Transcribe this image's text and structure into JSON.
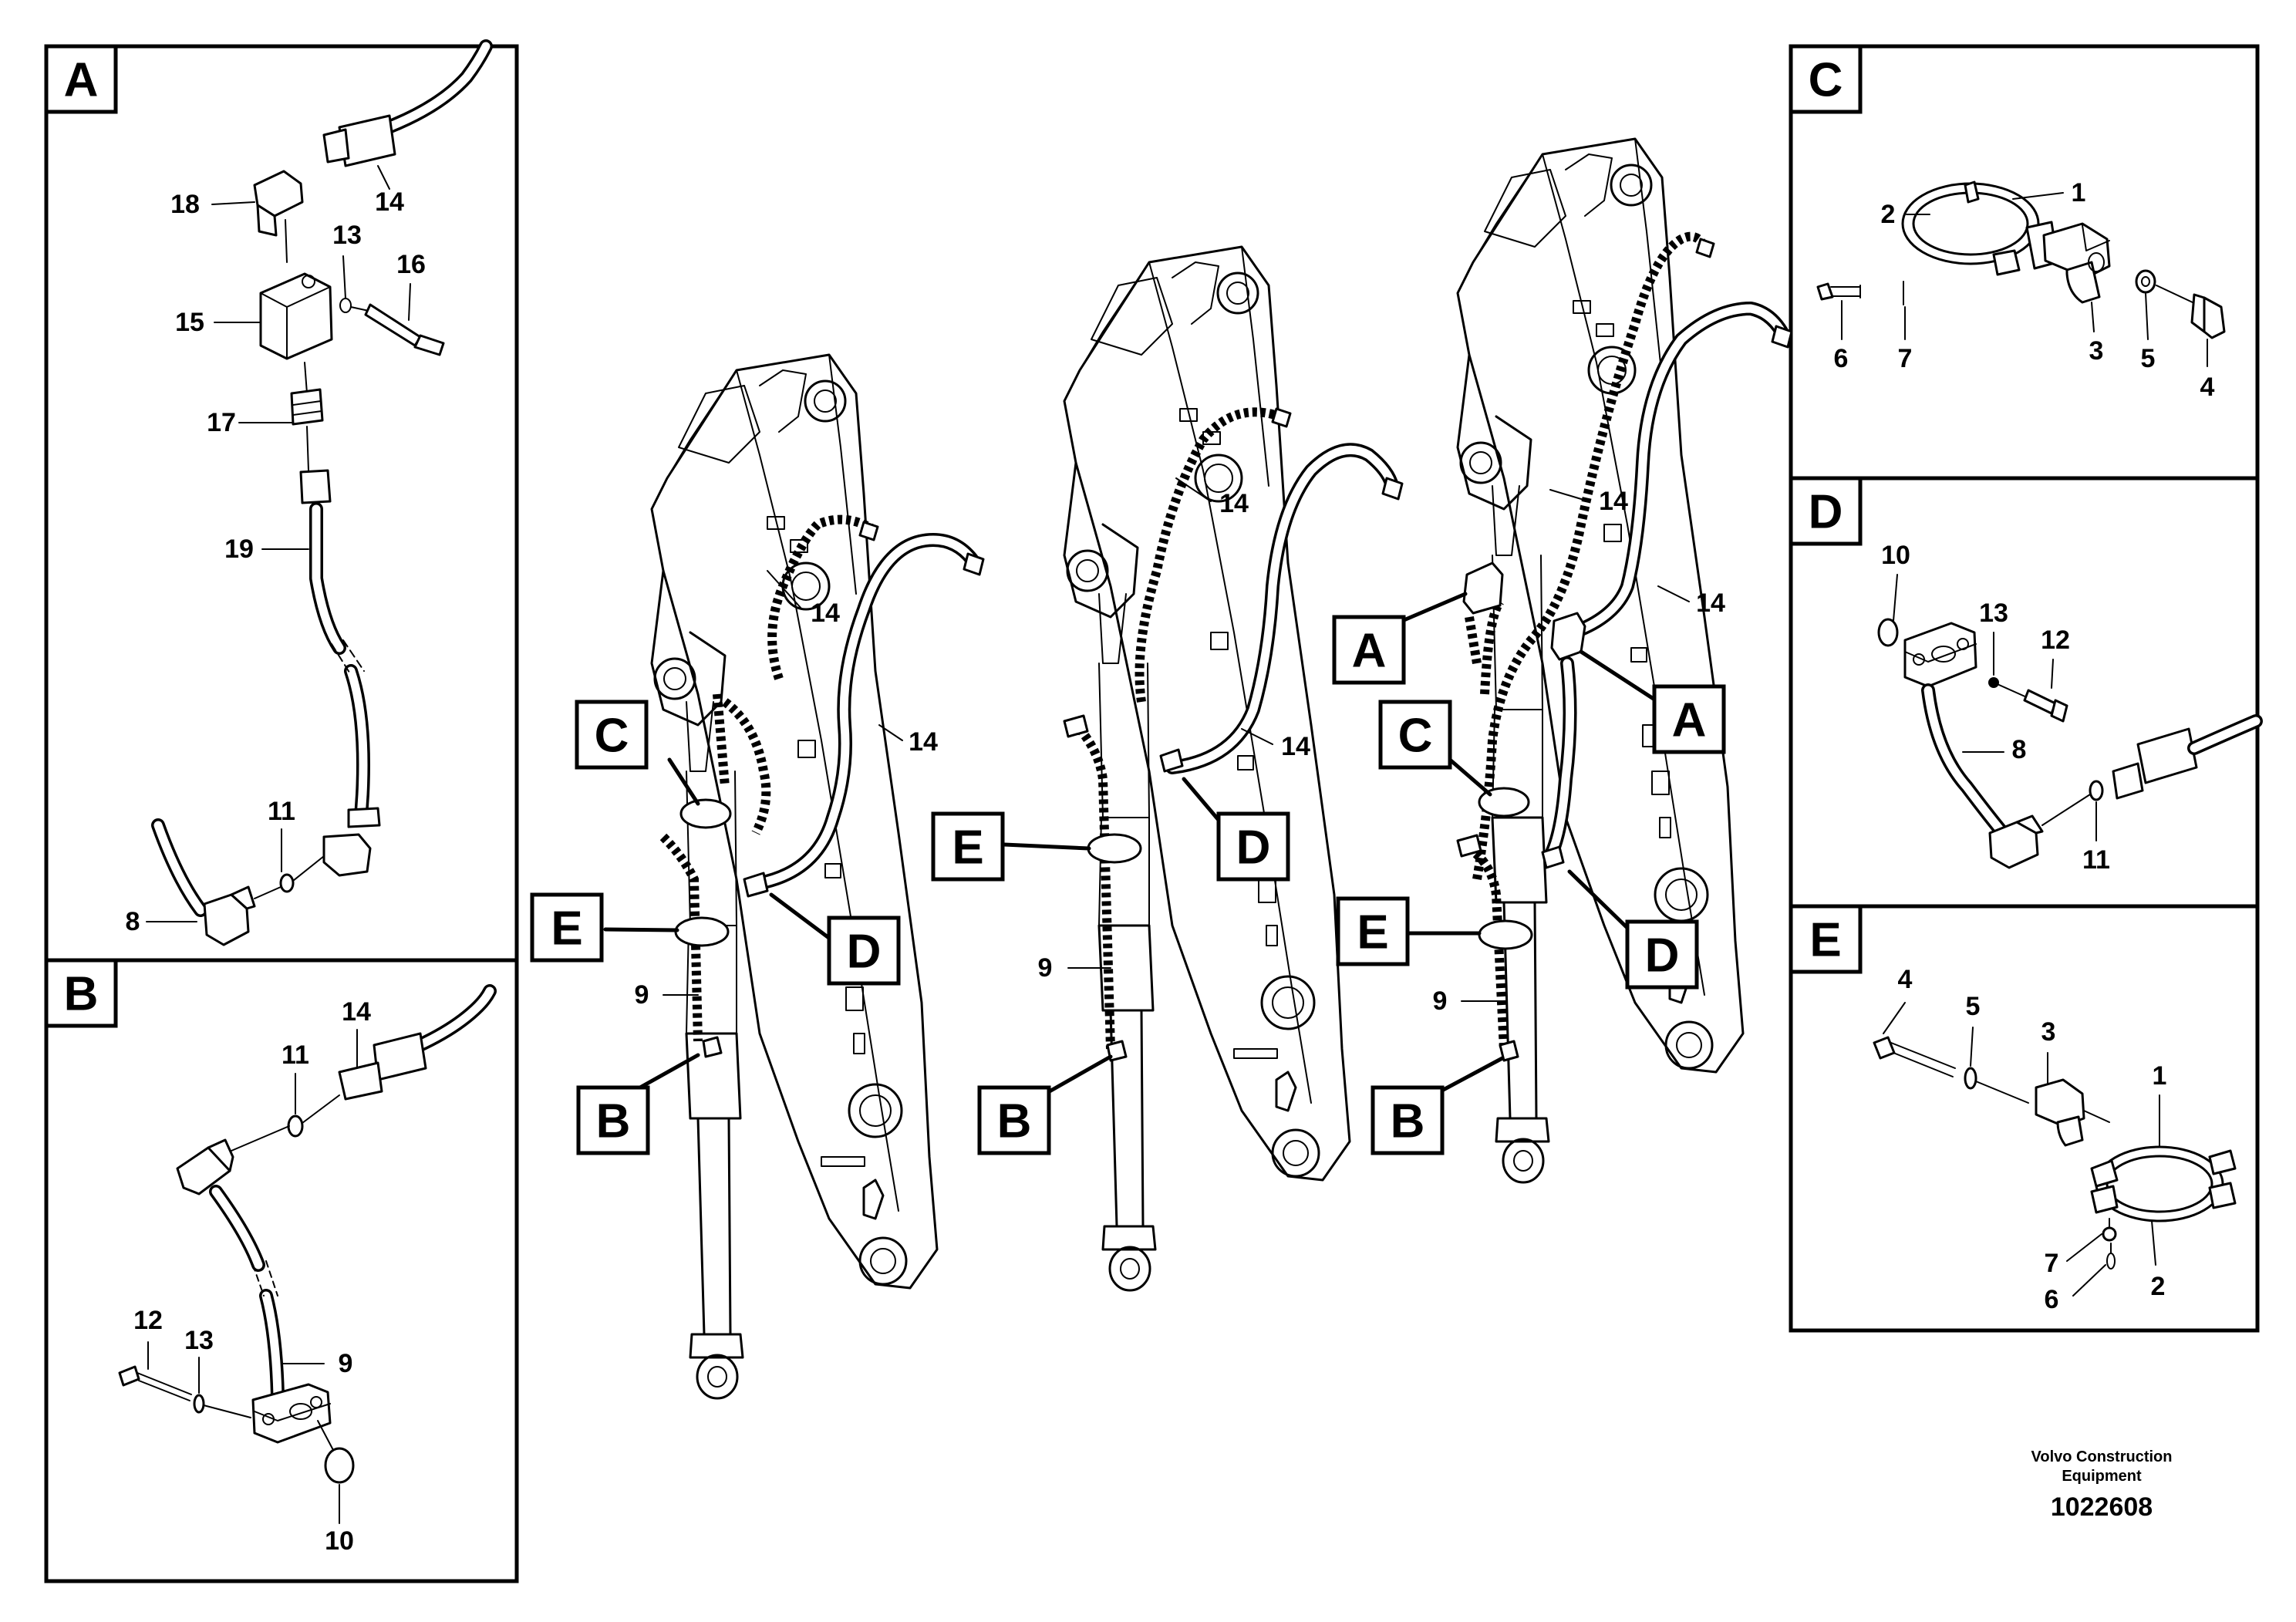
{
  "panels": {
    "A": {
      "letter": "A",
      "labels": [
        "18",
        "14",
        "13",
        "16",
        "15",
        "17",
        "19",
        "11",
        "8"
      ]
    },
    "B": {
      "letter": "B",
      "labels": [
        "14",
        "11",
        "12",
        "13",
        "9",
        "10"
      ]
    },
    "C": {
      "letter": "C",
      "labels": [
        "2",
        "1",
        "6",
        "7",
        "3",
        "5",
        "4"
      ]
    },
    "D": {
      "letter": "D",
      "labels": [
        "10",
        "13",
        "12",
        "8",
        "11"
      ]
    },
    "E": {
      "letter": "E",
      "labels": [
        "4",
        "5",
        "3",
        "1",
        "7",
        "2",
        "6"
      ]
    }
  },
  "booms": {
    "boom1": {
      "callouts": [
        "C",
        "E",
        "B",
        "D"
      ],
      "labels": [
        "14",
        "14",
        "9"
      ]
    },
    "boom2": {
      "callouts": [
        "E",
        "B",
        "D"
      ],
      "labels": [
        "14",
        "14",
        "9"
      ]
    },
    "boom3": {
      "callouts": [
        "A",
        "A",
        "C",
        "E",
        "B",
        "D"
      ],
      "labels": [
        "14",
        "14",
        "9"
      ]
    }
  },
  "footer": {
    "company_line1": "Volvo Construction",
    "company_line2": "Equipment",
    "drawing_number": "1022608"
  }
}
